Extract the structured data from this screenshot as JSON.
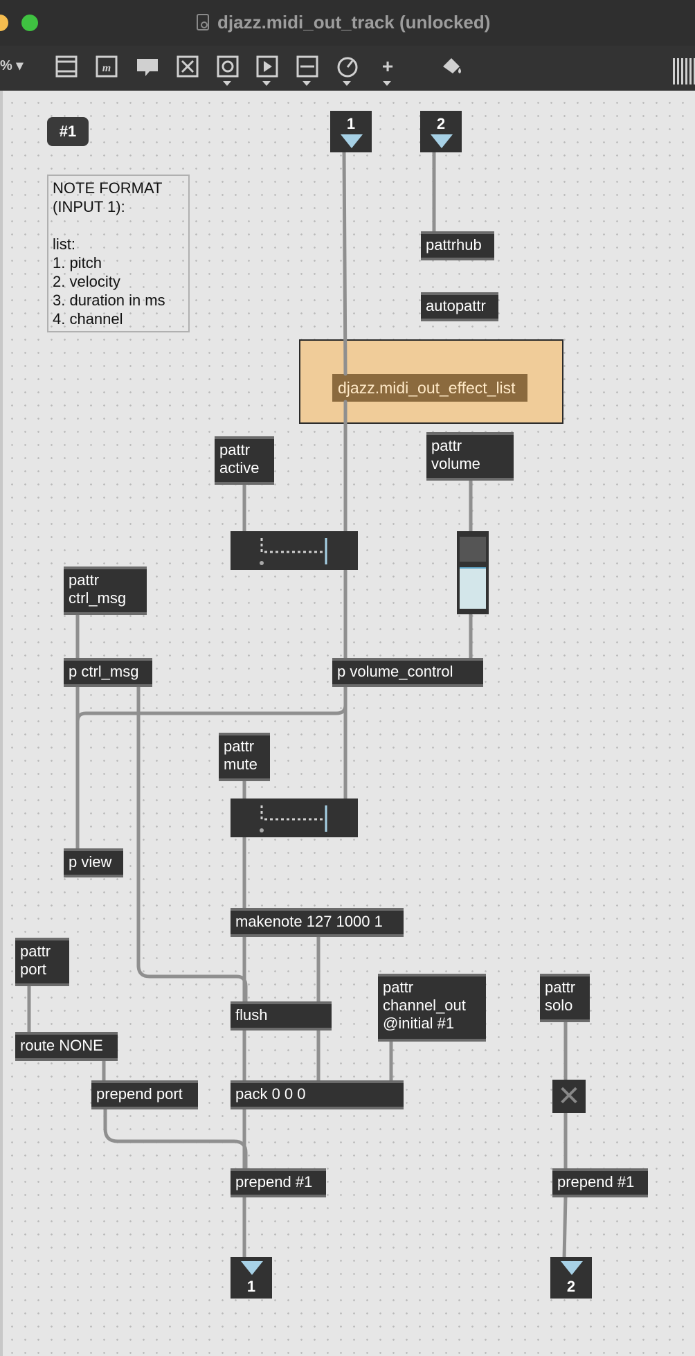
{
  "window": {
    "title": "djazz.midi_out_track (unlocked)"
  },
  "toolbar": {
    "zoom_label": "% ▾",
    "icons": [
      "new-object-icon",
      "message-icon",
      "comment-icon",
      "button-icon",
      "toggle-icon",
      "number-icon",
      "slider-icon",
      "dial-icon",
      "add-icon",
      "paint-bucket-icon",
      "grid-icon"
    ],
    "plus_glyph": "+"
  },
  "patch": {
    "patcher_number": "#1",
    "comment": "NOTE FORMAT\n(INPUT 1):\n\nlist:\n1. pitch\n2. velocity\n3. duration in ms\n4. channel",
    "inlets": [
      {
        "label": "1"
      },
      {
        "label": "2"
      }
    ],
    "outlets": [
      {
        "label": "1"
      },
      {
        "label": "2"
      }
    ],
    "objects": {
      "pattrhub": "pattrhub",
      "autopattr": "autopattr",
      "effect_list": "djazz.midi_out_effect_list",
      "pattr_active": "pattr\nactive",
      "pattr_volume": "pattr\nvolume",
      "pattr_ctrl_msg": "pattr\nctrl_msg",
      "p_ctrl_msg": "p ctrl_msg",
      "p_volume_control": "p volume_control",
      "pattr_mute": "pattr\nmute",
      "p_view": "p view",
      "makenote": "makenote 127 1000 1",
      "pattr_port": "pattr\nport",
      "flush": "flush",
      "pattr_channel_out": "pattr\nchannel_out\n@initial #1",
      "pattr_solo": "pattr\nsolo",
      "route_none": "route NONE",
      "prepend_port": "prepend port",
      "pack": "pack 0 0 0",
      "prepend_1a": "prepend #1",
      "prepend_1b": "prepend #1"
    },
    "solo_toggle_glyph": "✕"
  },
  "colors": {
    "object_bg": "#323232",
    "canvas_bg": "#e6e6e6",
    "bpatcher_bg": "#f0cc99",
    "inlet_triangle": "#a7d1e6"
  }
}
